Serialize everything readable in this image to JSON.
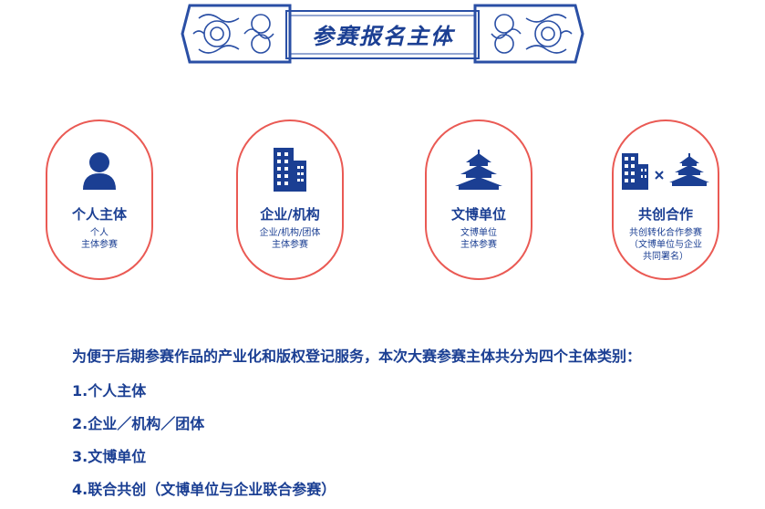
{
  "banner": {
    "title": "参赛报名主体"
  },
  "cards": [
    {
      "title": "个人主体",
      "subtitle": "个人\n主体参赛",
      "icon": "person-icon"
    },
    {
      "title": "企业/机构",
      "subtitle": "企业/机构/团体\n主体参赛",
      "icon": "building-icon"
    },
    {
      "title": "文博单位",
      "subtitle": "文博单位\n主体参赛",
      "icon": "temple-icon"
    },
    {
      "title": "共创合作",
      "subtitle": "共创转化合作参赛\n（文博单位与企业\n共同署名）",
      "icon": "building-times-temple-icon"
    }
  ],
  "description": {
    "intro": "为便于后期参赛作品的产业化和版权登记服务，本次大赛参赛主体共分为四个主体类别：",
    "items": [
      "1.个人主体",
      "2.企业／机构／团体",
      "3.文博单位",
      "4.联合共创（文博单位与企业联合参赛）"
    ]
  },
  "colors": {
    "primary": "#1b3f93",
    "accent": "#ea5a54",
    "ornament": "#2a4fa5"
  }
}
